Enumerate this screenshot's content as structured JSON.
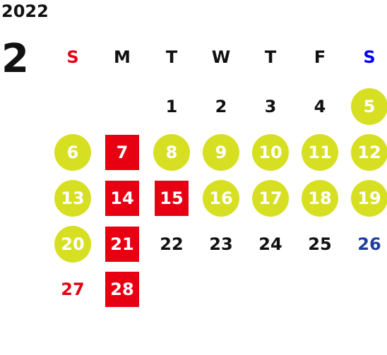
{
  "year": "2022",
  "month": "2",
  "weekdays": [
    "S",
    "M",
    "T",
    "W",
    "T",
    "F",
    "S"
  ],
  "colors": {
    "sunday_header": "#e60012",
    "saturday_header": "#0000ff",
    "circle_fill": "#d7df23",
    "square_fill": "#e60012",
    "sunday_text": "#e60012",
    "saturday_text": "#1f3f9f",
    "default_text": "#111111"
  },
  "days": [
    {
      "label": "1",
      "style": "plain"
    },
    {
      "label": "2",
      "style": "plain"
    },
    {
      "label": "3",
      "style": "plain"
    },
    {
      "label": "4",
      "style": "plain"
    },
    {
      "label": "5",
      "style": "circle"
    },
    {
      "label": "6",
      "style": "circle"
    },
    {
      "label": "7",
      "style": "square"
    },
    {
      "label": "8",
      "style": "circle"
    },
    {
      "label": "9",
      "style": "circle"
    },
    {
      "label": "10",
      "style": "circle"
    },
    {
      "label": "11",
      "style": "circle"
    },
    {
      "label": "12",
      "style": "circle"
    },
    {
      "label": "13",
      "style": "circle"
    },
    {
      "label": "14",
      "style": "square"
    },
    {
      "label": "15",
      "style": "square"
    },
    {
      "label": "16",
      "style": "circle"
    },
    {
      "label": "17",
      "style": "circle"
    },
    {
      "label": "18",
      "style": "circle"
    },
    {
      "label": "19",
      "style": "circle"
    },
    {
      "label": "20",
      "style": "circle"
    },
    {
      "label": "21",
      "style": "square"
    },
    {
      "label": "22",
      "style": "plain"
    },
    {
      "label": "23",
      "style": "plain"
    },
    {
      "label": "24",
      "style": "plain"
    },
    {
      "label": "25",
      "style": "plain"
    },
    {
      "label": "26",
      "style": "saturday"
    },
    {
      "label": "27",
      "style": "sunday"
    },
    {
      "label": "28",
      "style": "square"
    }
  ]
}
